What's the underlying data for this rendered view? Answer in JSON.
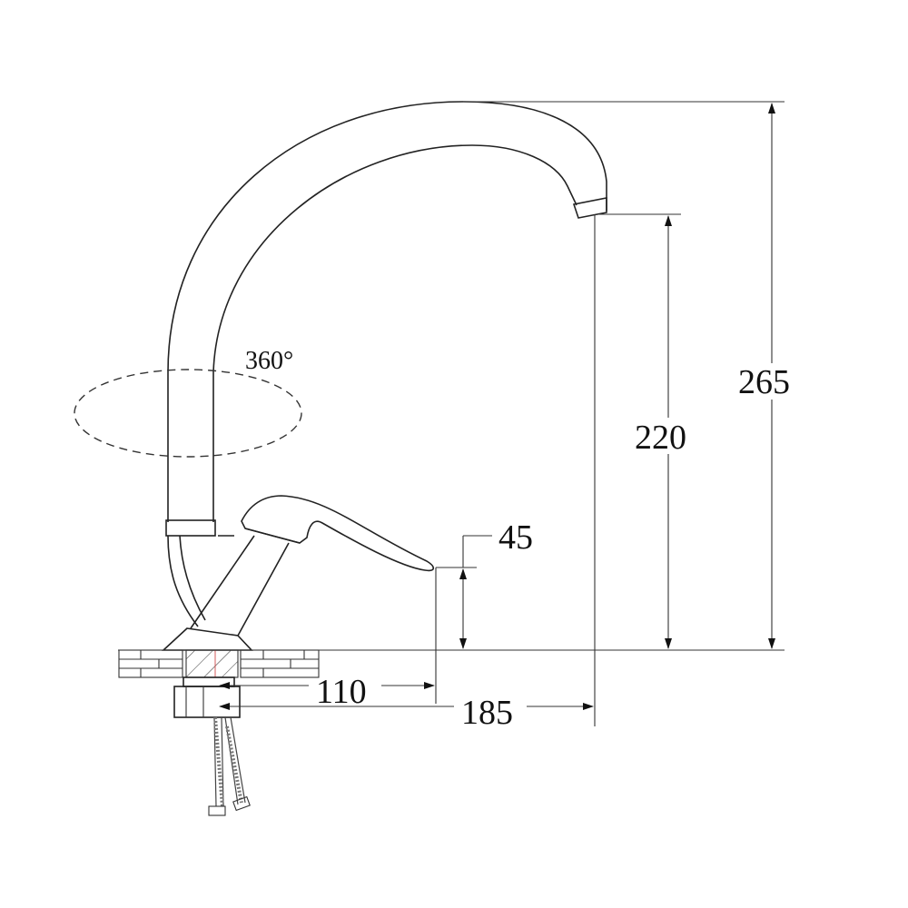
{
  "drawing": {
    "title": "Kitchen faucet dimension drawing",
    "rotation_label": "360°",
    "dimensions": {
      "total_height": "265",
      "spout_height": "220",
      "handle_height": "45",
      "handle_reach": "110",
      "spout_reach": "185"
    },
    "line_color": "#222222"
  }
}
